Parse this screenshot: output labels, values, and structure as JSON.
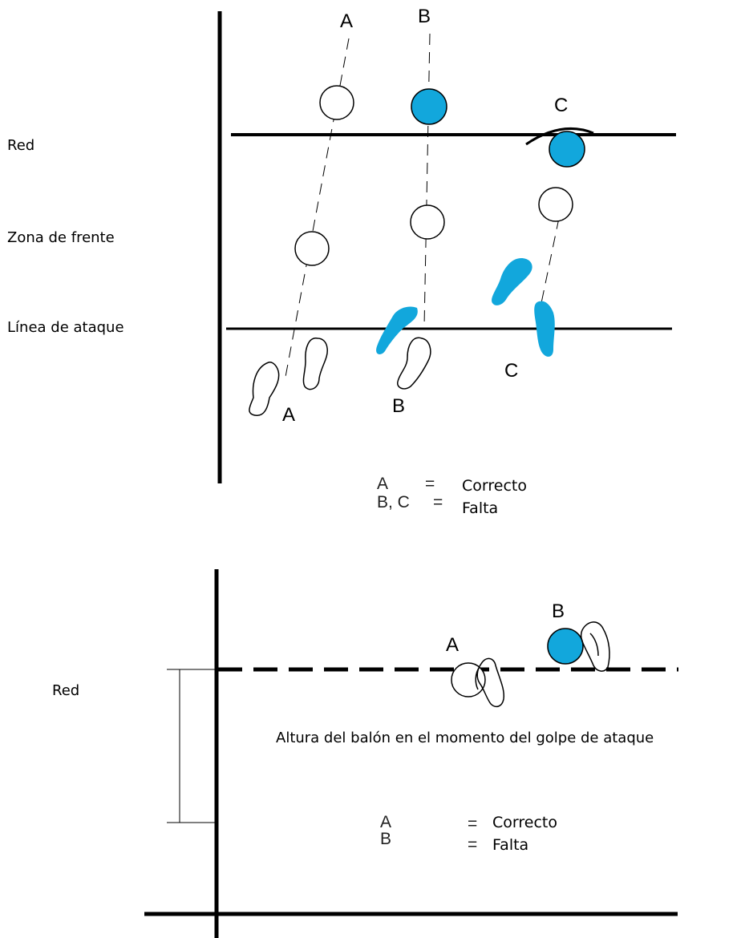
{
  "colors": {
    "ink": "#000000",
    "fault_fill": "#12a7dc",
    "background": "#ffffff"
  },
  "top": {
    "side_labels": {
      "net": "Red",
      "front_zone": "Zona de frente",
      "attack_line": "Línea de ataque"
    },
    "player_letters": {
      "a_top": "A",
      "b_top": "B",
      "c_top": "C",
      "a_bottom": "A",
      "b_bottom": "B",
      "c_bottom": "C"
    },
    "legend": {
      "row1_left": "A",
      "row1_eq": "=",
      "row1_right": "Correcto",
      "row2_left": "B, C",
      "row2_eq": "=",
      "row2_right": "Falta"
    }
  },
  "bottom": {
    "side_labels": {
      "net": "Red"
    },
    "caption": "Altura del balón en el momento del golpe de ataque",
    "player_letters": {
      "a": "A",
      "b": "B"
    },
    "legend": {
      "row1_left": "A",
      "row1_eq": "=",
      "row1_right": "Correcto",
      "row2_left": "B",
      "row2_eq": "=",
      "row2_right": "Falta"
    }
  }
}
